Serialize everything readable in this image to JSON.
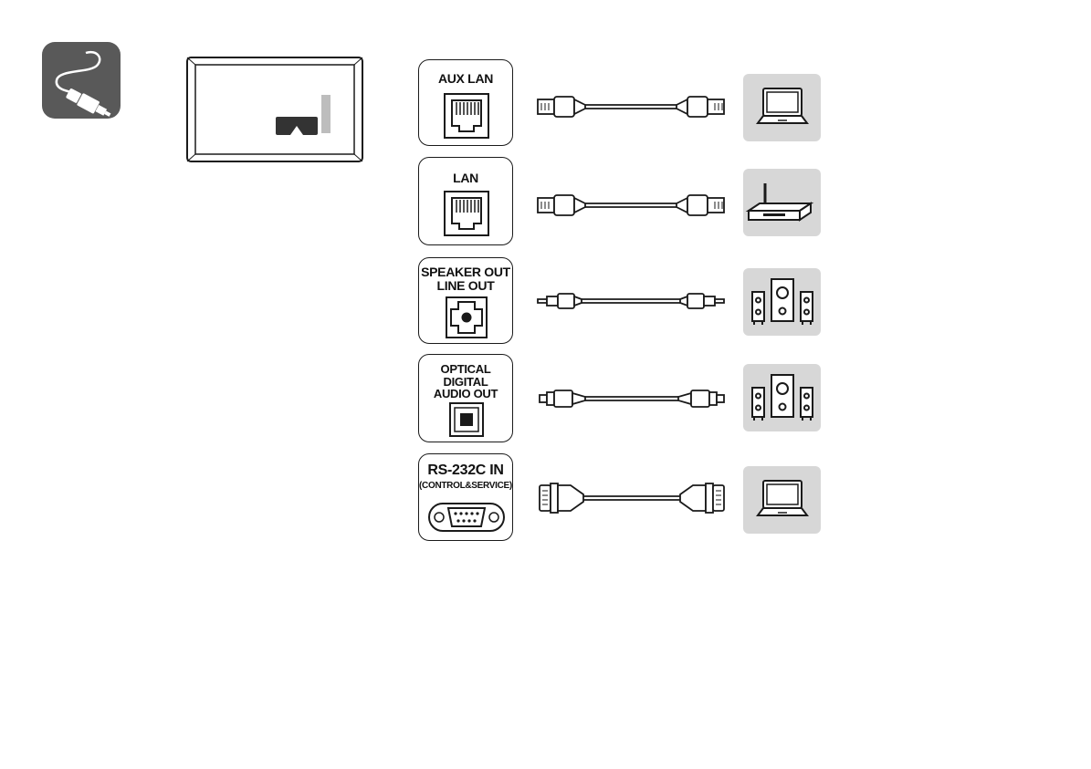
{
  "connections": [
    {
      "port_lines": [
        "AUX LAN"
      ],
      "port_icon": "rj45-port-icon",
      "cable": "ethernet-cable",
      "device": "laptop-icon"
    },
    {
      "port_lines": [
        "LAN"
      ],
      "port_icon": "rj45-port-icon",
      "cable": "ethernet-cable",
      "device": "router-icon"
    },
    {
      "port_lines": [
        "SPEAKER OUT",
        "LINE OUT"
      ],
      "port_icon": "audio-jack-port-icon",
      "cable": "audio-3.5mm-cable",
      "device": "speakers-icon"
    },
    {
      "port_lines": [
        "OPTICAL",
        "DIGITAL",
        "AUDIO OUT"
      ],
      "port_icon": "optical-port-icon",
      "cable": "optical-cable",
      "device": "speakers-icon"
    },
    {
      "port_lines": [
        "RS-232C IN",
        "(CONTROL&SERVICE)"
      ],
      "port_icon": "db9-serial-port-icon",
      "cable": "rs232-serial-cable",
      "device": "laptop-icon"
    }
  ],
  "colors": {
    "badge": "#595959",
    "device_tile": "#d7d7d7",
    "line": "#1a1a1a",
    "panel_accent": "#333333"
  }
}
